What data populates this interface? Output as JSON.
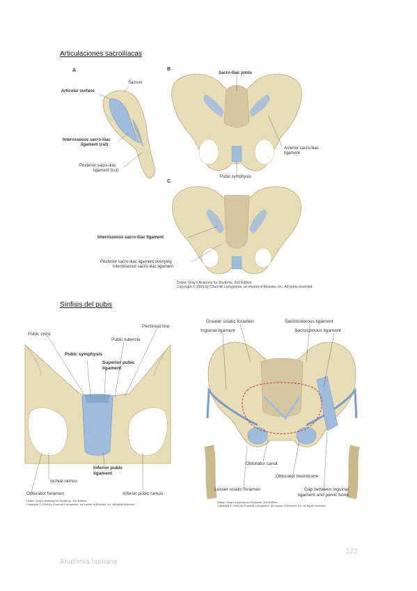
{
  "section1": {
    "heading": "Articulaciones sacroilíacas",
    "panel_letters": [
      "A",
      "B",
      "C"
    ],
    "labels_a": {
      "sacrum": "Sacrum",
      "articular_surface": "Articular surface",
      "interosseous_line1": "Interosseous sacro-iliac",
      "interosseous_line2": "ligament (cut)",
      "posterior_line1": "Posterior sacro-iliac",
      "posterior_line2": "ligament (cut)"
    },
    "labels_b": {
      "sacroiliac_joints": "Sacro-iliac joints",
      "anterior_line1": "Anterior sacro-iliac",
      "anterior_line2": "ligament",
      "pubic_symphysis": "Pubic symphysis"
    },
    "labels_c": {
      "interosseous": "Interosseous sacro-iliac ligament",
      "posterior_line1": "Posterior sacro-iliac ligament overlying",
      "posterior_line2": "interosseous sacro-iliac ligament"
    },
    "credit_line1": "Drake: Gray's Anatomy for Students, 2nd Edition.",
    "credit_line2": "Copyright © 2009 by Churchill Livingstone, an imprint of Elsevier, Inc. All rights reserved."
  },
  "section2": {
    "heading": "Sínfisis del pubis",
    "left_labels": {
      "pectineal_line": "Pectineal line",
      "pubic_crest": "Pubic crest",
      "pubic_tubercle": "Pubic tubercle",
      "pubic_symphysis": "Pubic symphysis",
      "superior_line1": "Superior pubic",
      "superior_line2": "ligament",
      "inferior_line1": "Inferior pubic",
      "inferior_line2": "ligament",
      "ischial_ramus": "Ischial ramus",
      "obturator_foramen": "Obturator foramen",
      "inferior_pubic_ramus": "Inferior pubic ramus"
    },
    "right_labels": {
      "greater_sciatic": "Greater sciatic foramen",
      "sacrotuberous": "Sacrotuberous ligament",
      "inguinal": "Inguinal ligament",
      "sacrospinous": "Sacrospinous ligament",
      "obturator_canal": "Obturator canal",
      "obturator_membrane": "Obturator membrane",
      "lesser_sciatic": "Lesser sciatic foramen",
      "gap_line1": "Gap between inguinal",
      "gap_line2": "ligament and pelvic bone"
    },
    "credit_line1": "Drake: Gray's Anatomy for Students, 2nd Edition.",
    "credit_line2": "Copyright © 2009 by Churchill Livingstone, an imprint of Elsevier, Inc. All rights reserved."
  },
  "footer": {
    "title": "Anatomía humana",
    "page_number": "122"
  },
  "colors": {
    "bone": "#e9dcb8",
    "bone_shadow": "#c9b88c",
    "ligament": "#9fbcdc",
    "ligament_dark": "#7a9cc6",
    "footer_text": "#c9c2d6"
  }
}
